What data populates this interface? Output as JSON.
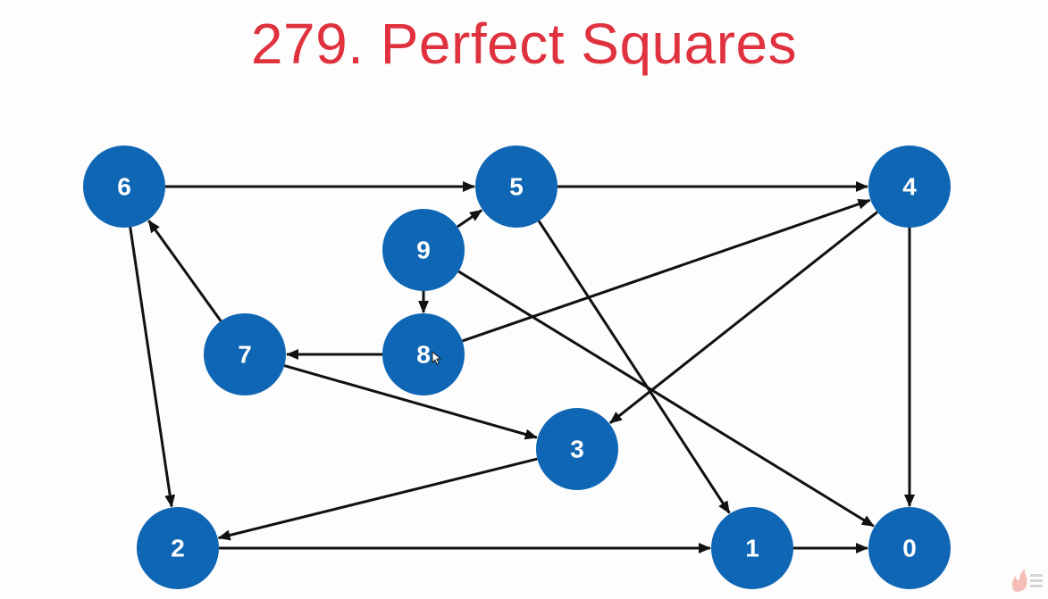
{
  "title": "279. Perfect Squares",
  "colors": {
    "title": "#e0323e",
    "node": "#0e66b4",
    "node_text": "#ffffff",
    "edge": "#111111"
  },
  "graph": {
    "nodes": [
      {
        "id": "6",
        "label": "6"
      },
      {
        "id": "5",
        "label": "5"
      },
      {
        "id": "4",
        "label": "4"
      },
      {
        "id": "9",
        "label": "9"
      },
      {
        "id": "7",
        "label": "7"
      },
      {
        "id": "8",
        "label": "8"
      },
      {
        "id": "3",
        "label": "3"
      },
      {
        "id": "2",
        "label": "2"
      },
      {
        "id": "1",
        "label": "1"
      },
      {
        "id": "0",
        "label": "0"
      }
    ],
    "edges": [
      {
        "from": "6",
        "to": "5"
      },
      {
        "from": "6",
        "to": "2"
      },
      {
        "from": "5",
        "to": "4"
      },
      {
        "from": "5",
        "to": "1"
      },
      {
        "from": "9",
        "to": "5"
      },
      {
        "from": "9",
        "to": "8"
      },
      {
        "from": "9",
        "to": "0"
      },
      {
        "from": "7",
        "to": "6"
      },
      {
        "from": "7",
        "to": "3"
      },
      {
        "from": "8",
        "to": "7"
      },
      {
        "from": "8",
        "to": "4"
      },
      {
        "from": "4",
        "to": "3"
      },
      {
        "from": "4",
        "to": "0"
      },
      {
        "from": "3",
        "to": "2"
      },
      {
        "from": "2",
        "to": "1"
      },
      {
        "from": "1",
        "to": "0"
      }
    ]
  },
  "cursor_icon": "mouse-pointer-icon",
  "watermark_icon": "flame-logo-icon"
}
